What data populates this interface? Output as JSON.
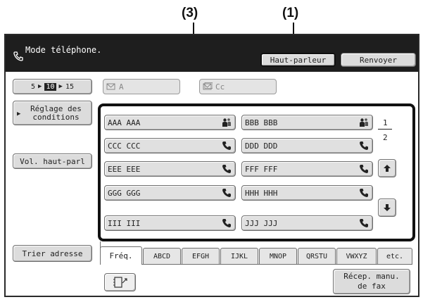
{
  "callouts": {
    "c1": "(1)",
    "c3": "(3)"
  },
  "title": {
    "text": "Mode téléphone."
  },
  "titlebar_buttons": {
    "speaker": "Haut-parleur",
    "resend": "Renvoyer"
  },
  "left_buttons": {
    "count_selector": {
      "a": "5",
      "b": "10",
      "c": "15"
    },
    "conditions": "Réglage des conditions",
    "volume": "Vol. haut-parl",
    "sort": "Trier adresse"
  },
  "fields": {
    "to_label": "A",
    "cc_label": "Cc"
  },
  "entries": [
    {
      "name": "AAA AAA",
      "icon": "group-icon"
    },
    {
      "name": "BBB BBB",
      "icon": "group-icon"
    },
    {
      "name": "CCC CCC",
      "icon": "phone-icon"
    },
    {
      "name": "DDD DDD",
      "icon": "phone-icon"
    },
    {
      "name": "EEE EEE",
      "icon": "phone-icon"
    },
    {
      "name": "FFF FFF",
      "icon": "phone-icon"
    },
    {
      "name": "GGG GGG",
      "icon": "phone-icon"
    },
    {
      "name": "HHH HHH",
      "icon": "phone-icon"
    },
    {
      "name": "III III",
      "icon": "phone-icon"
    },
    {
      "name": "JJJ JJJ",
      "icon": "phone-icon"
    }
  ],
  "pagination": {
    "current": "1",
    "total": "2"
  },
  "tabs": [
    "Fréq.",
    "ABCD",
    "EFGH",
    "IJKL",
    "MNOP",
    "QRSTU",
    "VWXYZ",
    "etc."
  ],
  "manual_receive": "Récep. manu. de fax",
  "colors": {
    "titlebar": "#1e1e1e",
    "button": "#dcdcdc",
    "highlight_border": "#111111"
  }
}
